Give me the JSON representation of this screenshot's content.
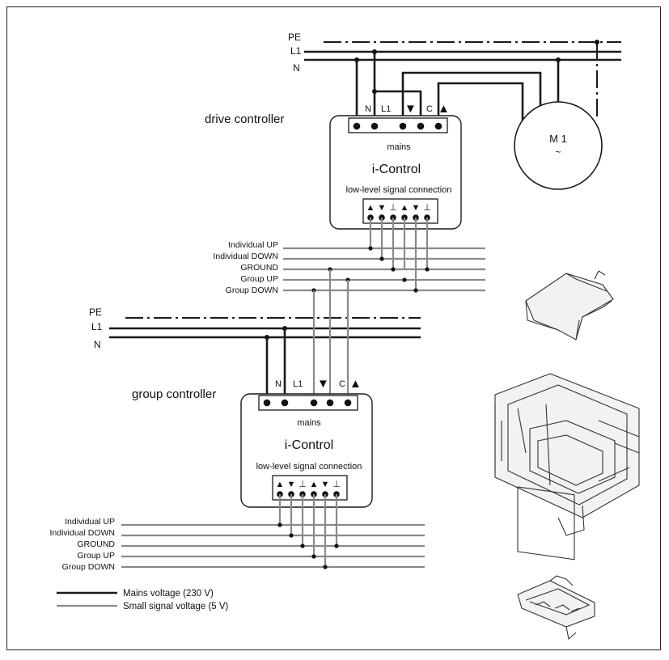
{
  "rails_top": {
    "pe": "PE",
    "l1": "L1",
    "n": "N"
  },
  "rails_bottom": {
    "pe": "PE",
    "l1": "L1",
    "n": "N"
  },
  "drive": {
    "title": "drive controller",
    "terminal_n": "N",
    "terminal_l1": "L1",
    "terminal_down_glyph": "▼",
    "terminal_c": "C",
    "terminal_up_glyph": "▲",
    "mains": "mains",
    "brand": "i-Control",
    "signal_label": "low-level signal connection",
    "signal_glyphs": [
      "▲",
      "▼",
      "⊥",
      "▲",
      "▼",
      "⊥"
    ]
  },
  "group": {
    "title": "group controller",
    "terminal_n": "N",
    "terminal_l1": "L1",
    "terminal_down_glyph": "▼",
    "terminal_c": "C",
    "terminal_up_glyph": "▲",
    "mains": "mains",
    "brand": "i-Control",
    "signal_label": "low-level signal connection",
    "signal_glyphs": [
      "▲",
      "▼",
      "⊥",
      "▲",
      "▼",
      "⊥"
    ]
  },
  "motor": {
    "label": "M 1",
    "symbol": "~"
  },
  "bus_top": [
    "Individual UP",
    "Individual DOWN",
    "GROUND",
    "Group UP",
    "Group DOWN"
  ],
  "bus_bottom": [
    "Individual UP",
    "Individual DOWN",
    "GROUND",
    "Group UP",
    "Group DOWN"
  ],
  "legend": {
    "mains_label": "Mains voltage (230 V)",
    "signal_label": "Small signal voltage (5 V)",
    "mains_color": "#1a1a1a",
    "signal_color": "#8a8a8a"
  }
}
